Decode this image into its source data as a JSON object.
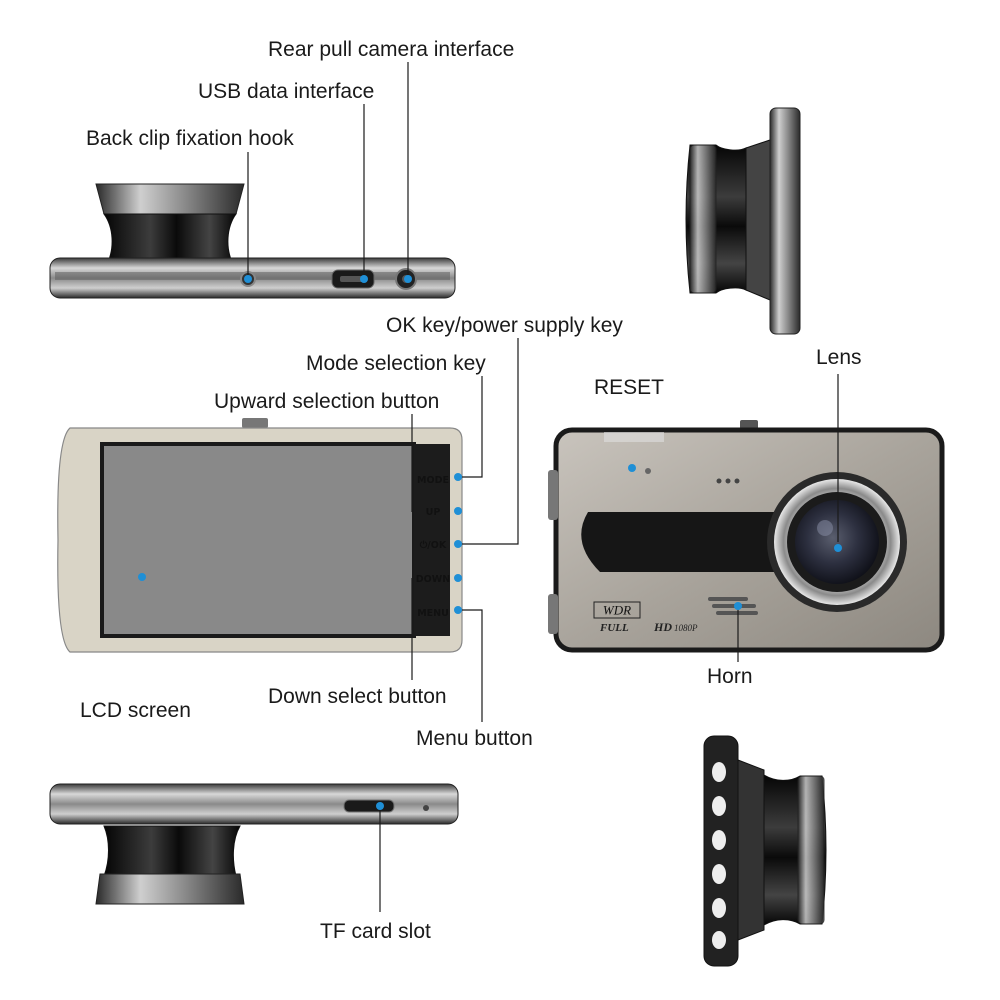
{
  "labels": {
    "rear_camera": "Rear pull camera interface",
    "usb": "USB data interface",
    "back_clip": "Back clip fixation hook",
    "ok_power": "OK key/power supply key",
    "mode_key": "Mode selection key",
    "up_button": "Upward selection button",
    "lcd": "LCD screen",
    "down_button": "Down select button",
    "menu_button": "Menu button",
    "tf_card": "TF card slot",
    "reset": "RESET",
    "lens": "Lens",
    "horn": "Horn"
  },
  "buttons": {
    "mode": "MODE",
    "up": "UP",
    "ok": "⏻/OK",
    "down": "DOWN",
    "menu": "MENU"
  },
  "front_print": {
    "wdr": "WDR",
    "full": "FULL",
    "hd": "HD",
    "res": "1080P"
  },
  "colors": {
    "callout_dot": "#1f8fd6"
  }
}
